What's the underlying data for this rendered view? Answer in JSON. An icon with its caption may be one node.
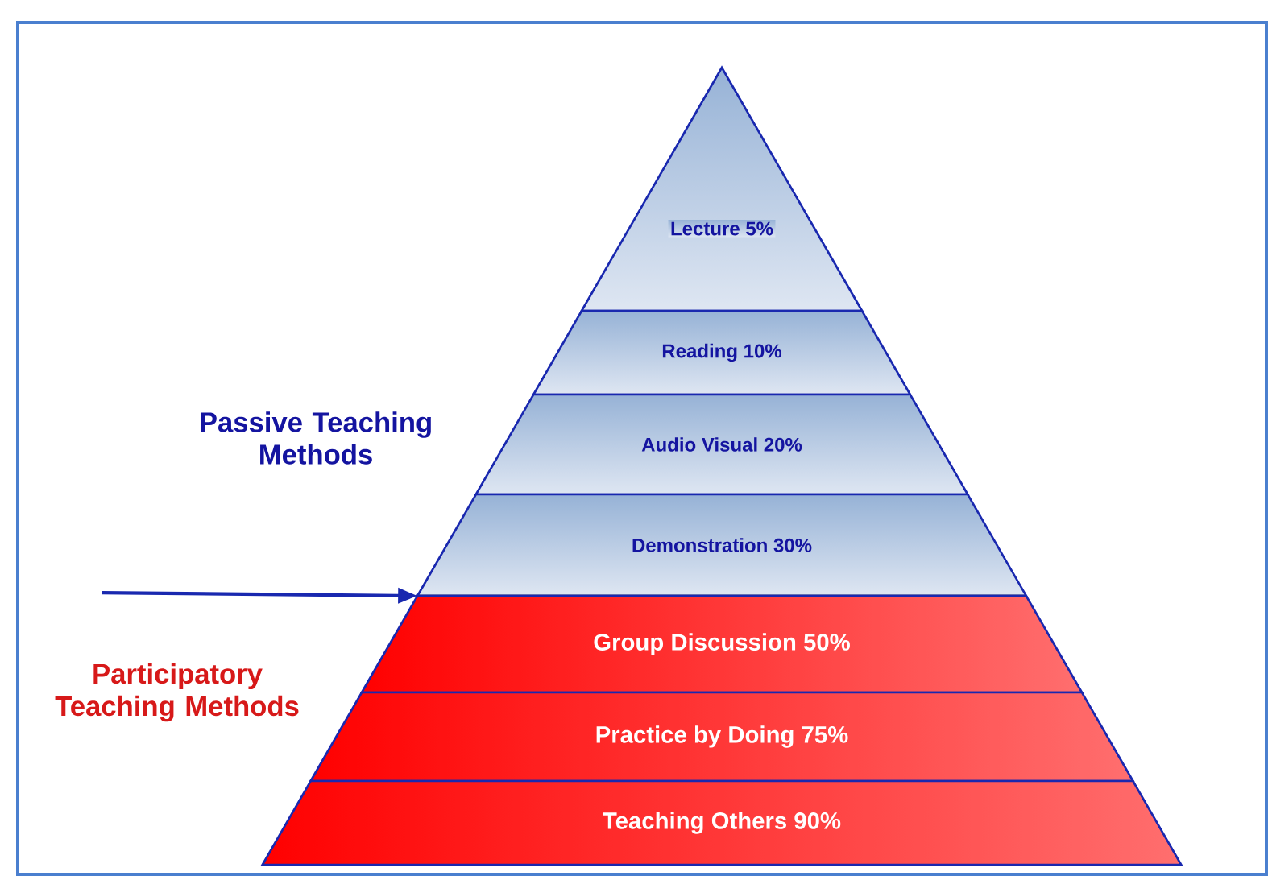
{
  "diagram": {
    "nodes": [
      {
        "text": [
          "Lecture 5%"
        ]
      },
      {
        "text": [
          "Reading 10%"
        ]
      },
      {
        "text": [
          "Audio Visual 20%"
        ]
      },
      {
        "text": [
          "Demonstration 30%"
        ]
      },
      {
        "text": [
          "Group Discussion 50%"
        ]
      },
      {
        "text": [
          "Practice by Doing 75%"
        ]
      },
      {
        "text": [
          "Teaching Others 90%"
        ]
      }
    ],
    "edges": [
      {
        "from": null,
        "to": 4,
        "arrow": "to"
      }
    ],
    "labels": [
      "Passive Teaching Methods",
      "Participatory Teaching Methods"
    ]
  }
}
